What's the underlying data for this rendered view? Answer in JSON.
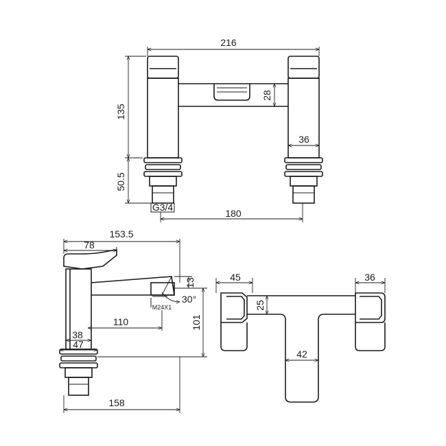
{
  "front_view": {
    "overall_width": "216",
    "body_height": "135",
    "spout_height": "28",
    "column_width": "36",
    "lower_height": "50.5",
    "thread": "G3/4",
    "centres": "180"
  },
  "side_view": {
    "overall_reach": "153.5",
    "handle_reach": "78",
    "spout_offset": "13",
    "aerator_thread": "M24X1",
    "spout_angle": "30°",
    "spout_reach": "110",
    "total_height": "101",
    "body_inner": "38",
    "body_outer": "47",
    "base_depth": "158"
  },
  "top_view": {
    "left_width": "45",
    "right_width": "36",
    "bridge_height": "25",
    "spout_width": "42"
  }
}
